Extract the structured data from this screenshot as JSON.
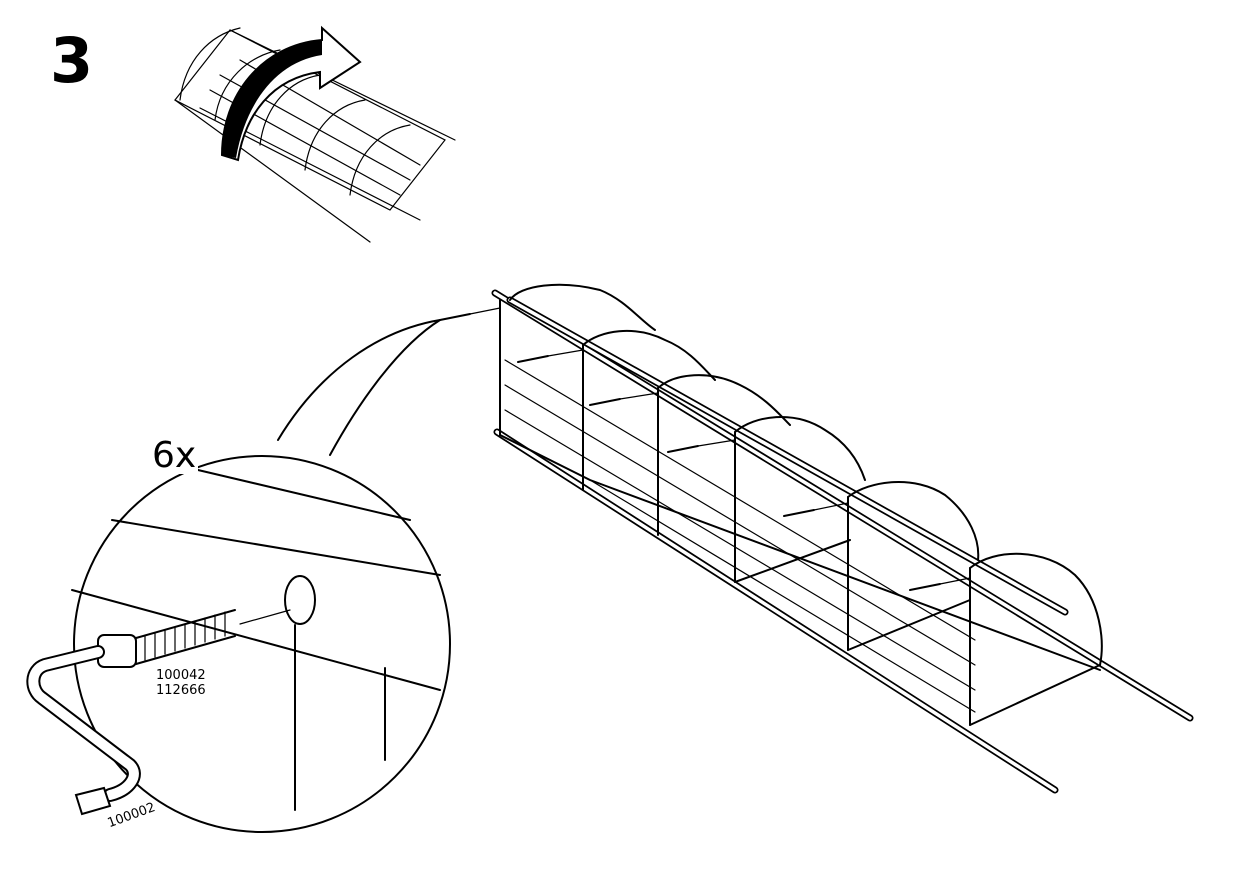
{
  "step": {
    "number": "3"
  },
  "detail": {
    "quantity": "6x"
  },
  "parts": {
    "bolt_ids": [
      "100042",
      "112666"
    ],
    "key_id": "100002"
  },
  "icons": {
    "flip": "flip-arrow-icon",
    "bolt": "bolt-icon",
    "key": "allen-key-icon",
    "frame": "rack-frame-icon"
  }
}
